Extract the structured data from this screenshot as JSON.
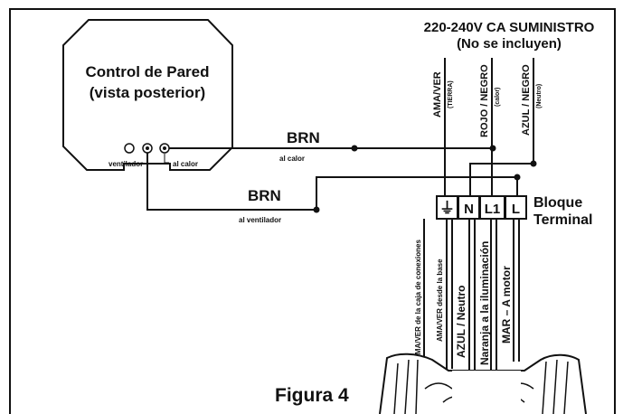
{
  "supply": {
    "title": "220-240V CA SUMINISTRO",
    "subtitle": "(No se incluyen)"
  },
  "wall_control": {
    "title": "Control de Pared",
    "subtitle": "(vista posterior)",
    "fan_terminal_label": "ventilador",
    "heat_terminal_label": "al calor"
  },
  "wires": {
    "brn_top": "BRN",
    "brn_top_sub": "al calor",
    "brn_bottom": "BRN",
    "brn_bottom_sub": "al ventilador"
  },
  "supply_wires": [
    {
      "label": "AMA/VER",
      "sub": "(TIERRA)"
    },
    {
      "label": "ROJO / NEGRO",
      "sub": "(calor)"
    },
    {
      "label": "AZUL / NEGRO",
      "sub": "(Neutro)"
    }
  ],
  "terminal_block": {
    "title_line1": "Bloque",
    "title_line2": "Terminal",
    "cells": [
      "⏚",
      "N",
      "L1",
      "L"
    ]
  },
  "lower_wires": [
    "AMA/VER de la caja de conexiones",
    "AMA/VER desde la base",
    "AZUL / Neutro",
    "Naranja a la iluminación",
    "MAR – A motor"
  ],
  "figure_label": "Figura 4",
  "colors": {
    "line": "#111111",
    "background": "#ffffff"
  }
}
